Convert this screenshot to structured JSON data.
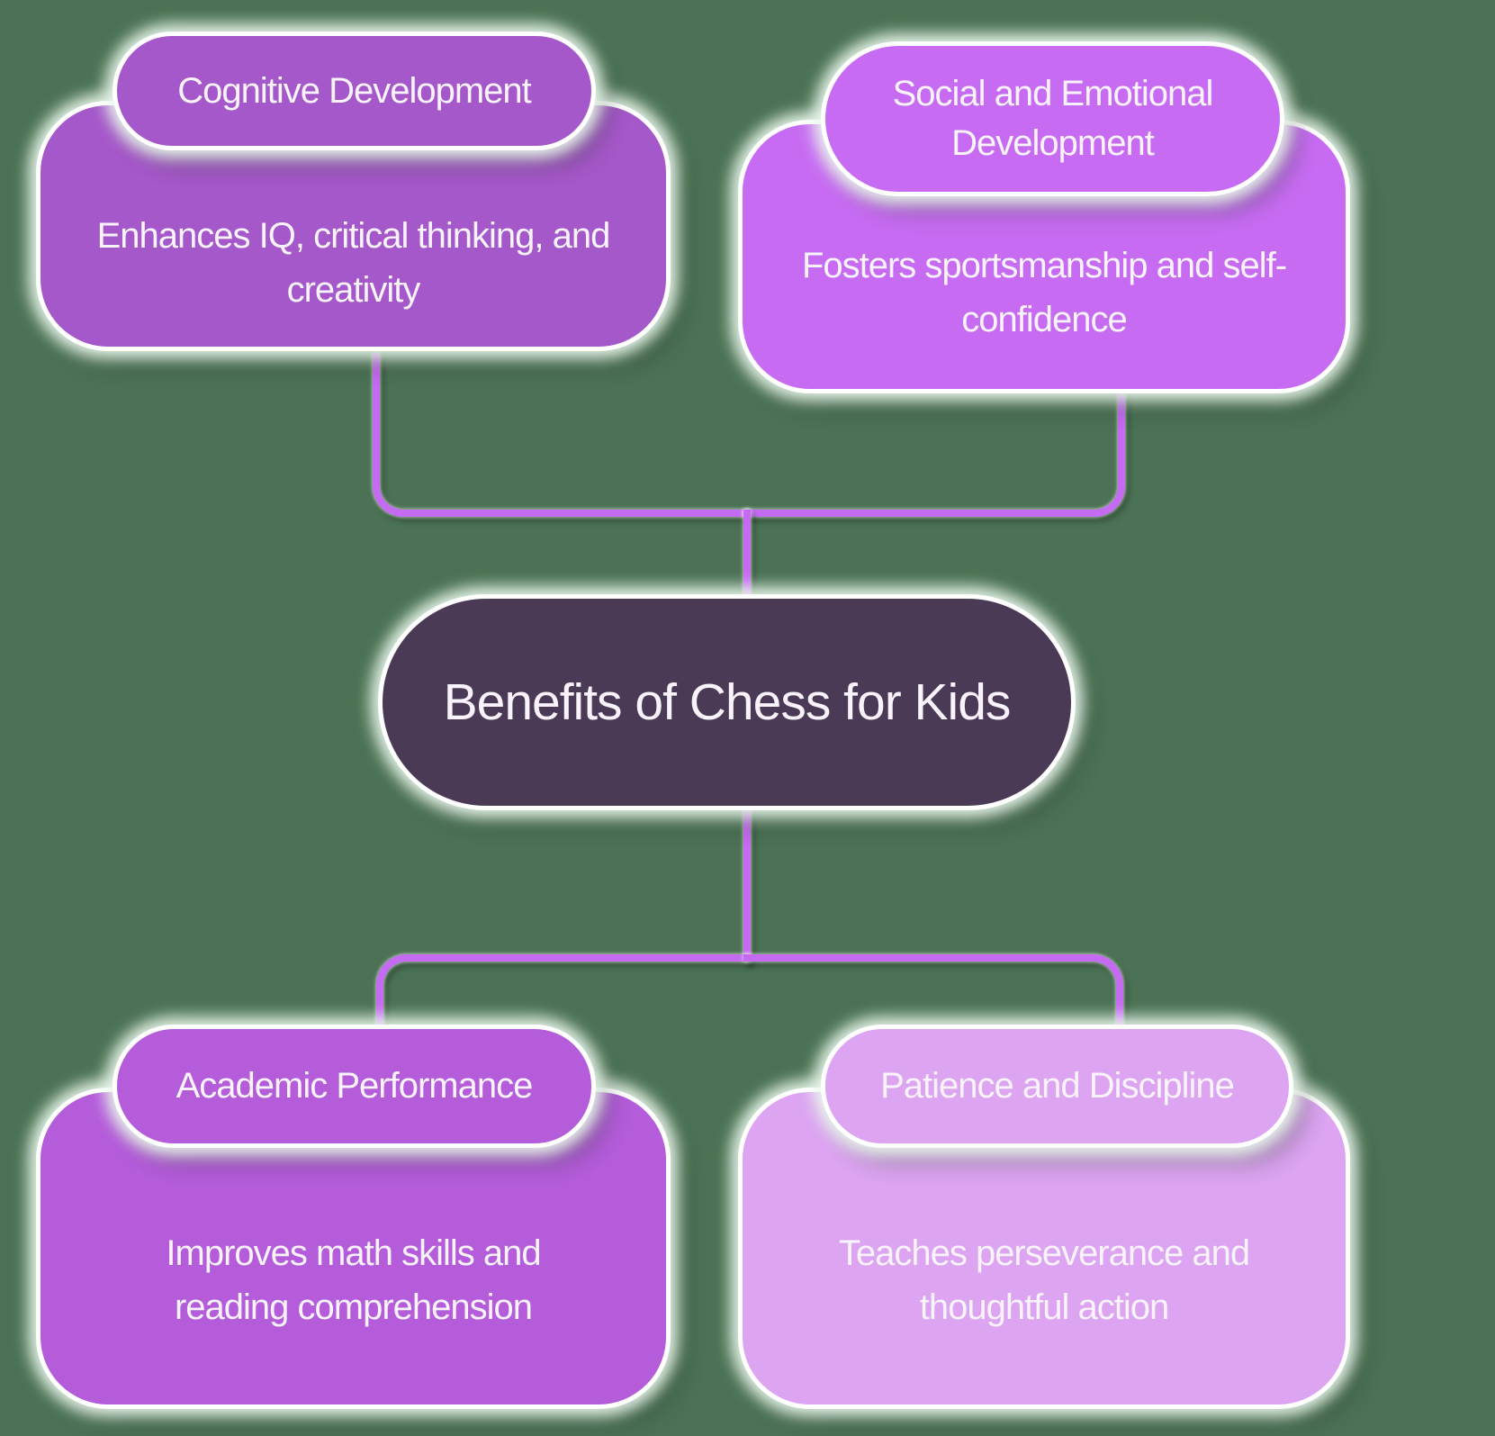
{
  "background_color": "#4b7254",
  "connector_color": "#c56bf2",
  "text_color": "#f9f3fc",
  "border_color": "#ffffff",
  "center": {
    "label": "Benefits of Chess for Kids",
    "fill": "#4a3a56"
  },
  "nodes": [
    {
      "title": "Cognitive Development",
      "description": "Enhances IQ, critical thinking, and creativity",
      "fill": "#a558c9",
      "position": "top-left"
    },
    {
      "title": "Social and Emotional Development",
      "description": "Fosters sportsmanship and self-confidence",
      "fill": "#c76cf2",
      "position": "top-right"
    },
    {
      "title": "Academic Performance",
      "description": "Improves math skills and reading comprehension",
      "fill": "#b45cda",
      "position": "bottom-left"
    },
    {
      "title": "Patience and Discipline",
      "description": "Teaches perseverance and thoughtful action",
      "fill": "#dca4f1",
      "position": "bottom-right"
    }
  ]
}
